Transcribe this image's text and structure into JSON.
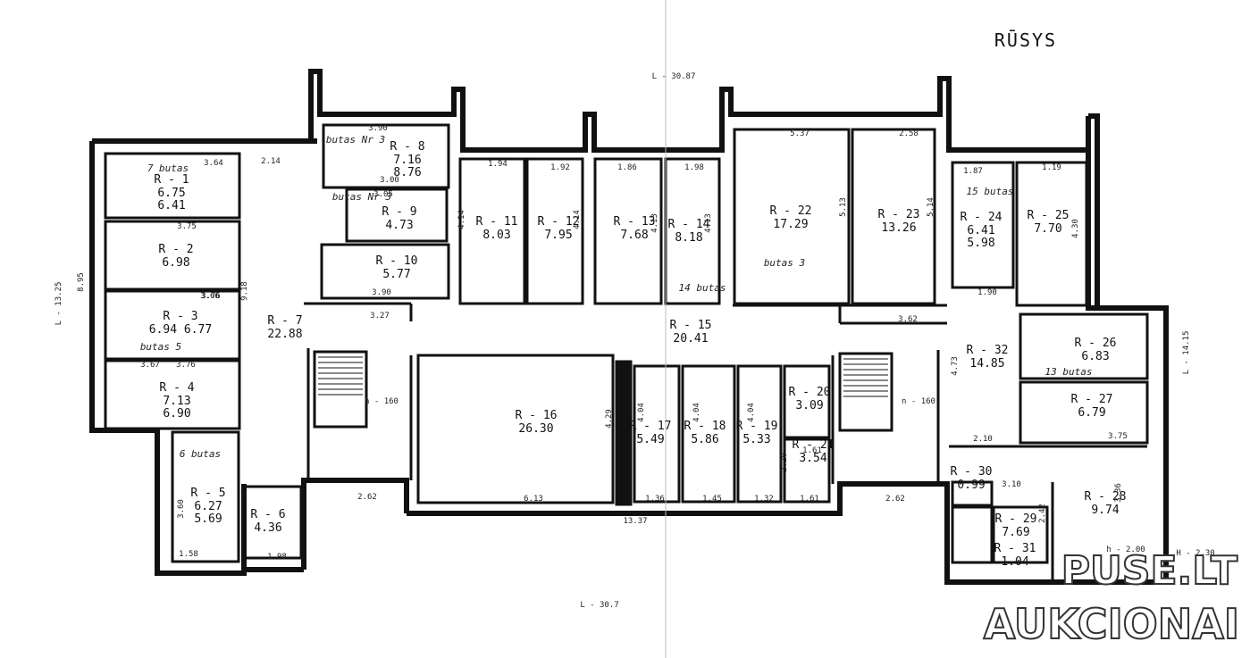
{
  "title": "RŪSYS",
  "levels": [
    "L - 30.87",
    "L - 13.25",
    "L - 14.15",
    "L - 30.7",
    "h - 160",
    "n - 160",
    "h - 2.00",
    "H - 2.30"
  ],
  "rooms": [
    {
      "id": "R - 1",
      "areas": [
        "6.75",
        "6.41"
      ]
    },
    {
      "id": "R - 2",
      "areas": [
        "6.98"
      ]
    },
    {
      "id": "R - 3",
      "areas": [
        "6.94 6.77"
      ]
    },
    {
      "id": "R - 4",
      "areas": [
        "7.13",
        "6.90"
      ]
    },
    {
      "id": "R - 5",
      "areas": [
        "6.27",
        "5.69"
      ]
    },
    {
      "id": "R - 6",
      "areas": [
        "4.36"
      ]
    },
    {
      "id": "R - 7",
      "areas": [
        "22.88"
      ]
    },
    {
      "id": "R - 8",
      "areas": [
        "7.16",
        "8.76"
      ]
    },
    {
      "id": "R - 9",
      "areas": [
        "4.73"
      ]
    },
    {
      "id": "R - 10",
      "areas": [
        "5.77"
      ]
    },
    {
      "id": "R - 11",
      "areas": [
        "8.03"
      ]
    },
    {
      "id": "R - 12",
      "areas": [
        "7.95"
      ]
    },
    {
      "id": "R - 13",
      "areas": [
        "7.68"
      ]
    },
    {
      "id": "R - 14",
      "areas": [
        "8.18"
      ]
    },
    {
      "id": "R - 15",
      "areas": [
        "20.41"
      ]
    },
    {
      "id": "R - 16",
      "areas": [
        "26.30"
      ]
    },
    {
      "id": "R - 17",
      "areas": [
        "5.49"
      ]
    },
    {
      "id": "R - 18",
      "areas": [
        "5.86"
      ]
    },
    {
      "id": "R - 19",
      "areas": [
        "5.33"
      ]
    },
    {
      "id": "R - 20",
      "areas": [
        "3.09"
      ]
    },
    {
      "id": "R - 21",
      "areas": [
        "3.54"
      ]
    },
    {
      "id": "R - 22",
      "areas": [
        "17.29"
      ]
    },
    {
      "id": "R - 23",
      "areas": [
        "13.26"
      ]
    },
    {
      "id": "R - 24",
      "areas": [
        "6.41",
        "5.98"
      ]
    },
    {
      "id": "R - 25",
      "areas": [
        "7.70"
      ]
    },
    {
      "id": "R - 26",
      "areas": [
        "6.83"
      ]
    },
    {
      "id": "R - 27",
      "areas": [
        "6.79"
      ]
    },
    {
      "id": "R - 28",
      "areas": [
        "9.74"
      ]
    },
    {
      "id": "R - 29",
      "areas": [
        "7.69"
      ]
    },
    {
      "id": "R - 30",
      "areas": [
        "0.99"
      ]
    },
    {
      "id": "R - 31",
      "areas": [
        "1.04"
      ]
    },
    {
      "id": "R - 32",
      "areas": [
        "14.85"
      ]
    }
  ],
  "notes": [
    "7 butas",
    "butas 5",
    "6 butas",
    "butas Nr 3",
    "butas Nr 3",
    "butas 3",
    "14 butas",
    "15 butas",
    "13 butas"
  ],
  "dimensions": [
    "3.64",
    "3.75",
    "3.76",
    "3.66",
    "3.67",
    "3.76",
    "2.14",
    "3.90",
    "3.00",
    "3.05",
    "3.90",
    "3.27",
    "1.94",
    "1.92",
    "1.86",
    "1.98",
    "5.37",
    "2.58",
    "1.87",
    "1.19",
    "4.14",
    "4.14",
    "4.13",
    "4.13",
    "5.13",
    "5.14",
    "4.30",
    "3.36",
    "6.13",
    "13.37",
    "2.62",
    "2.62",
    "1.45",
    "1.32",
    "1.61",
    "1.36",
    "4.29",
    "4.04",
    "4.04",
    "4.04",
    "2.20",
    "1.61",
    "8.95",
    "9.18",
    "1.90",
    "3.62",
    "4.73",
    "3.75",
    "3.10",
    "2.10",
    "2.42",
    "1.98",
    "1.58",
    "3.60"
  ],
  "watermark": {
    "line1": "PUSE.LT",
    "line2": "AUKCIONAI"
  }
}
